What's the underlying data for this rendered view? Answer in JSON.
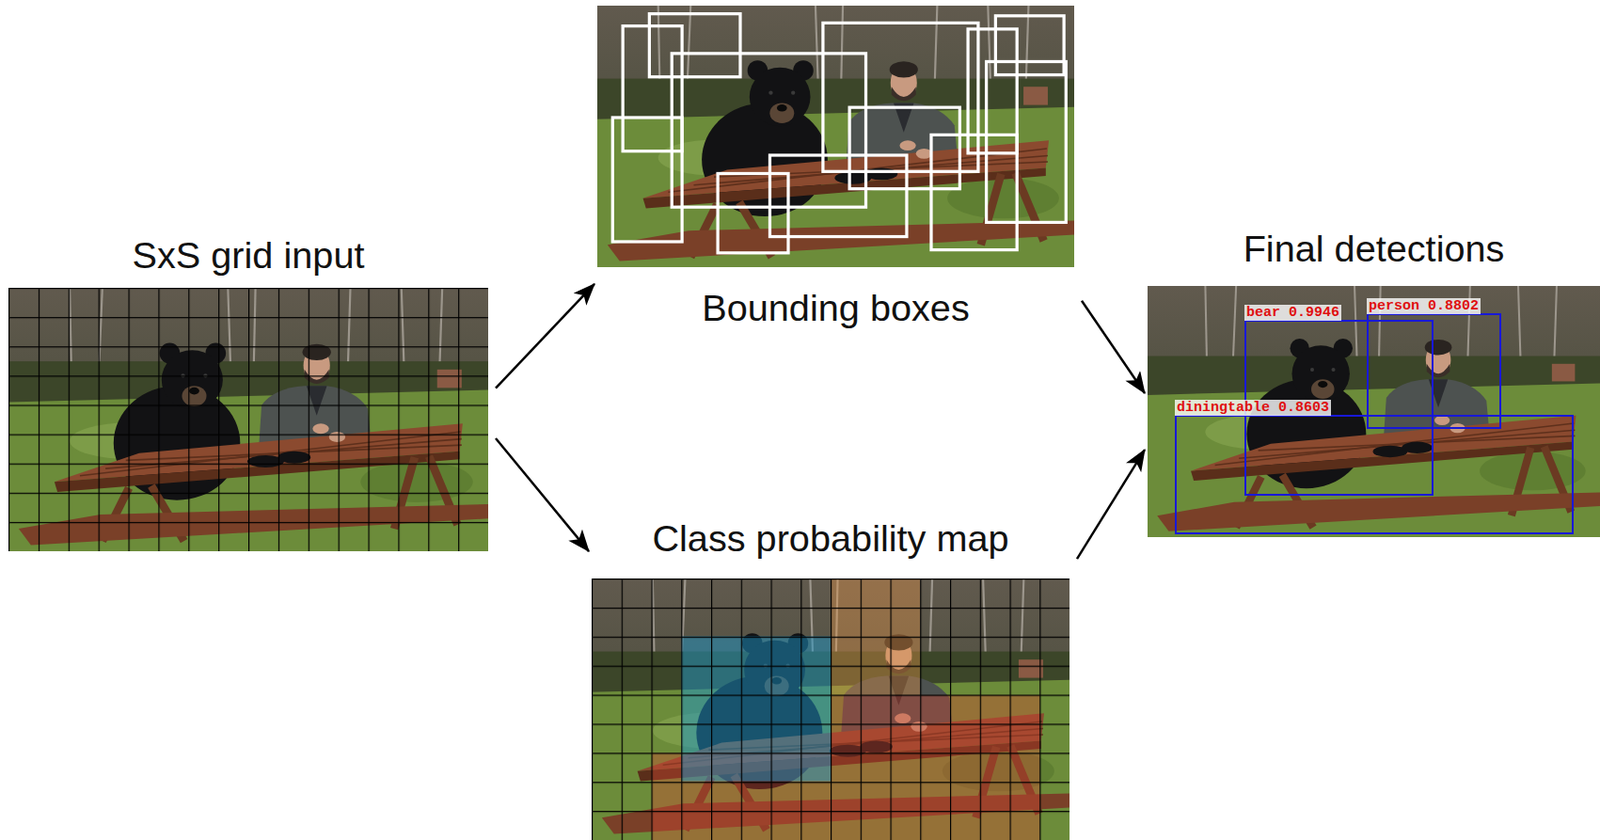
{
  "diagram": {
    "nodes": [
      {
        "text": [
          "SxS grid input"
        ]
      },
      {
        "text": [
          "Bounding boxes"
        ]
      },
      {
        "text": [
          "Class probability map"
        ]
      },
      {
        "text": [
          "Final detections"
        ]
      },
      {
        "text": [
          "bear 0.9946"
        ],
        "in": 3
      },
      {
        "text": [
          "person 0.8802"
        ],
        "in": 3
      },
      {
        "text": [
          "diningtable 0.8603"
        ],
        "in": 3
      }
    ],
    "edges": [
      {
        "from": 0,
        "to": 1,
        "arrow": "to"
      },
      {
        "from": 0,
        "to": 2,
        "arrow": "to"
      },
      {
        "from": 1,
        "to": 3,
        "arrow": "to"
      },
      {
        "from": 2,
        "to": 3,
        "arrow": "to"
      }
    ]
  }
}
